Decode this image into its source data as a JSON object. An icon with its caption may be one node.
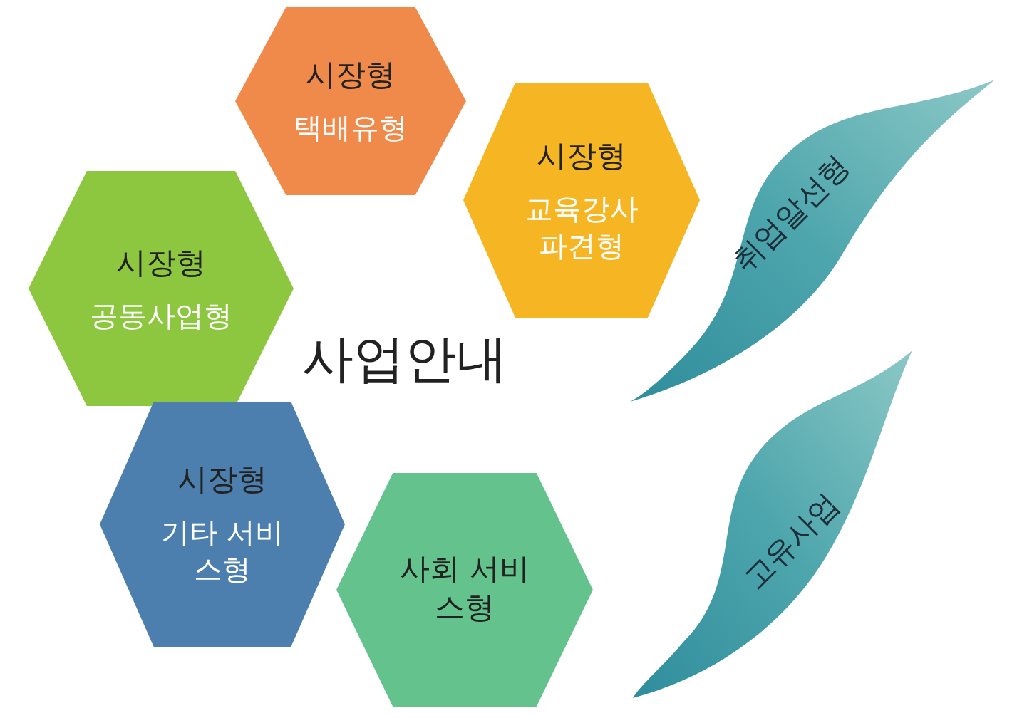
{
  "diagram": {
    "nodes": [
      {
        "text": [
          "시장형",
          "택배유형"
        ]
      },
      {
        "text": [
          "시장형",
          "교육강사 파견형"
        ]
      },
      {
        "text": [
          "시장형",
          "공동사업형"
        ]
      },
      {
        "text": [
          "시장형",
          "기타 서비스형"
        ]
      },
      {
        "text": [
          "사회 서비스형"
        ]
      },
      {
        "text": [
          "취업알선형"
        ]
      },
      {
        "text": [
          "고유사업"
        ]
      }
    ],
    "labels": [
      "사업안내"
    ]
  }
}
